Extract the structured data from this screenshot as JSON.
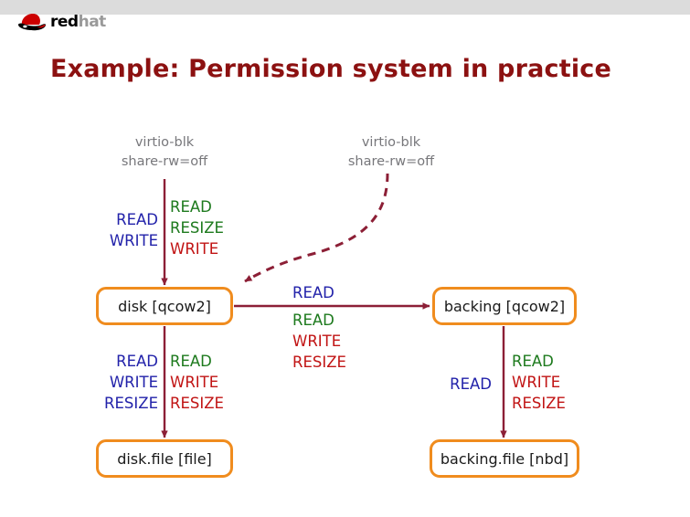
{
  "header": {
    "logo_red": "red",
    "logo_hat": "hat",
    "logo_icon": "redhat-fedora-icon"
  },
  "slide": {
    "title": "Example: Permission system in practice"
  },
  "colors": {
    "title": "#8c1111",
    "node_border": "#f08c1e",
    "arrow": "#8c1f36",
    "blue": "#2222aa",
    "green": "#1d7a1d",
    "red": "#c11414",
    "caption_gray": "#77777b",
    "header_bar": "#dcdcdc",
    "background": "#ffffff"
  },
  "diagram": {
    "nodes": [
      {
        "id": "disk",
        "label": "disk [qcow2]"
      },
      {
        "id": "backing",
        "label": "backing [qcow2]"
      },
      {
        "id": "disk_file",
        "label": "disk.file [file]"
      },
      {
        "id": "backing_file",
        "label": "backing.file [nbd]"
      }
    ],
    "captions": [
      {
        "id": "left",
        "line1": "virtio-blk",
        "line2": "share-rw=off"
      },
      {
        "id": "right",
        "line1": "virtio-blk",
        "line2": "share-rw=off"
      }
    ],
    "permissions": {
      "top_left": [
        {
          "text": "READ",
          "color": "blue"
        },
        {
          "text": "WRITE",
          "color": "blue"
        }
      ],
      "top_right": [
        {
          "text": "READ",
          "color": "green"
        },
        {
          "text": "RESIZE",
          "color": "green"
        },
        {
          "text": "WRITE",
          "color": "red"
        }
      ],
      "mid_left": [
        {
          "text": "READ",
          "color": "blue"
        },
        {
          "text": "WRITE",
          "color": "blue"
        },
        {
          "text": "RESIZE",
          "color": "blue"
        }
      ],
      "mid_right": [
        {
          "text": "READ",
          "color": "green"
        },
        {
          "text": "WRITE",
          "color": "red"
        },
        {
          "text": "RESIZE",
          "color": "red"
        }
      ],
      "horiz_top": [
        {
          "text": "READ",
          "color": "blue"
        }
      ],
      "horiz_bottom": [
        {
          "text": "READ",
          "color": "green"
        },
        {
          "text": "WRITE",
          "color": "red"
        },
        {
          "text": "RESIZE",
          "color": "red"
        }
      ],
      "right_left": [
        {
          "text": "READ",
          "color": "blue"
        }
      ],
      "right_right": [
        {
          "text": "READ",
          "color": "green"
        },
        {
          "text": "WRITE",
          "color": "red"
        },
        {
          "text": "RESIZE",
          "color": "red"
        }
      ]
    },
    "edges": [
      {
        "id": "virtio-to-disk",
        "style": "solid",
        "from": "virtio-blk-left",
        "to": "disk"
      },
      {
        "id": "virtio-to-disk-dashed",
        "style": "dashed",
        "from": "virtio-blk-right",
        "to": "disk"
      },
      {
        "id": "disk-to-backing",
        "style": "solid",
        "from": "disk",
        "to": "backing"
      },
      {
        "id": "disk-to-diskfile",
        "style": "solid",
        "from": "disk",
        "to": "disk_file"
      },
      {
        "id": "backing-to-backfile",
        "style": "solid",
        "from": "backing",
        "to": "backing_file"
      }
    ]
  }
}
